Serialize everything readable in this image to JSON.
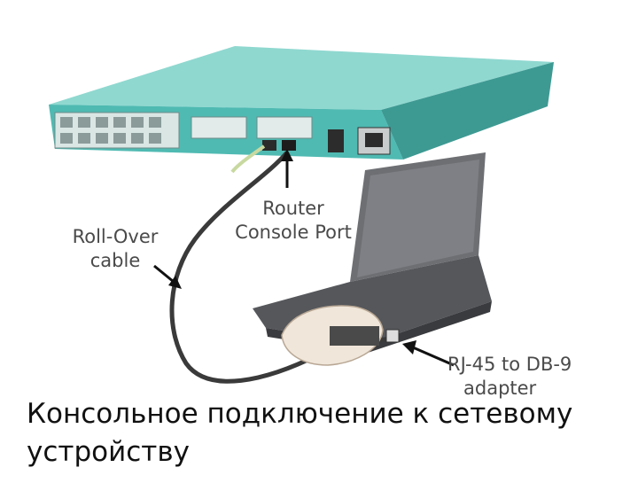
{
  "labels": {
    "router_line1": "Router",
    "router_line2": "Console Port",
    "rollover_line1": "Roll-Over",
    "rollover_line2": "cable",
    "adapter_line1": "RJ-45 to DB-9",
    "adapter_line2": "adapter"
  },
  "caption": {
    "line1": "Консольное подключение к сетевому",
    "line2": "устройству"
  },
  "colors": {
    "router_teal": "#4fbab2",
    "laptop_gray": "#6d6f73",
    "cable": "#3a3a3a"
  }
}
